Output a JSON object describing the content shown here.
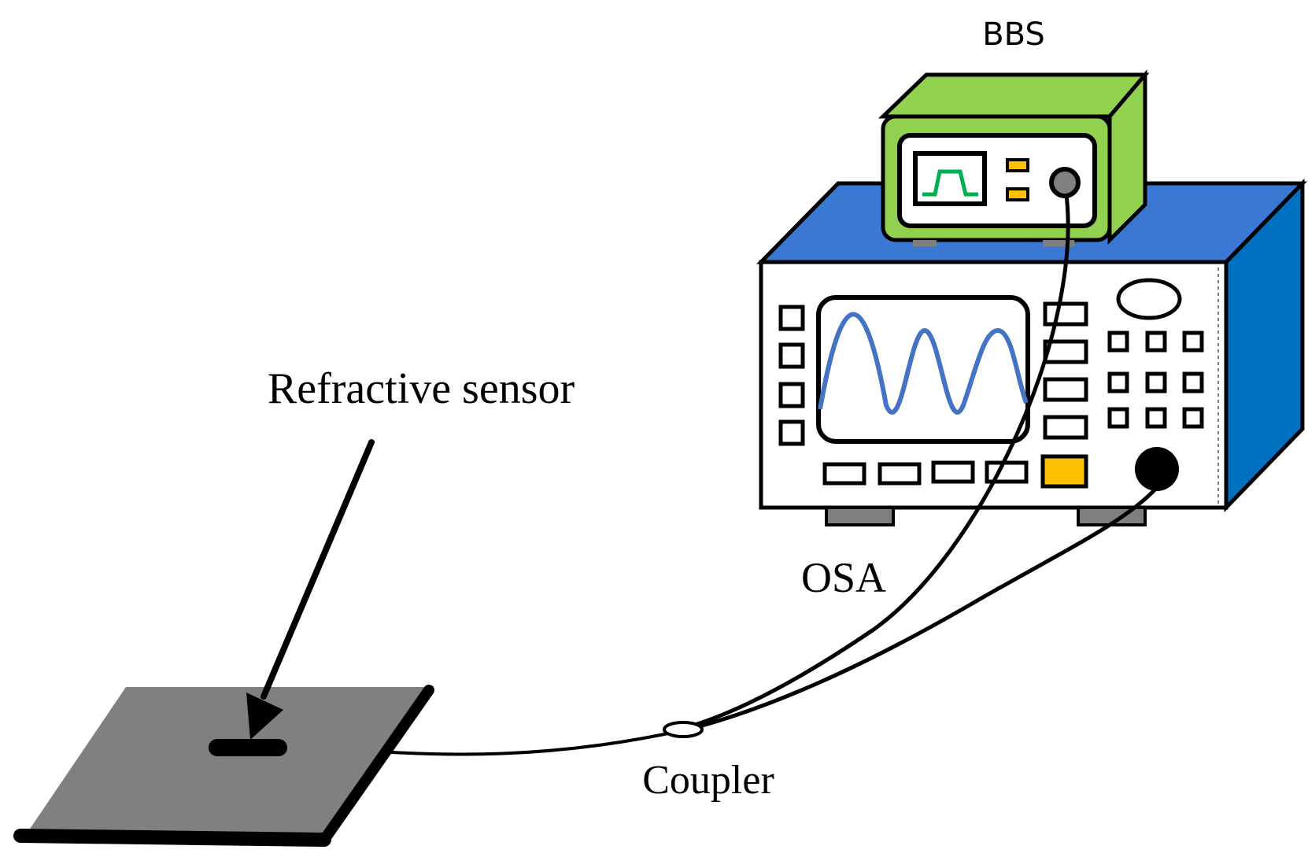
{
  "labels": {
    "bbs": "BBS",
    "osa": "OSA",
    "refractive_sensor": "Refractive sensor",
    "coupler": "Coupler"
  },
  "colors": {
    "bbs_body": "#92D050",
    "bbs_screen_trace": "#00B050",
    "bbs_button": "#FFC000",
    "osa_body": "#3B78D4",
    "osa_side": "#0070C0",
    "osa_trace": "#4472C4",
    "osa_key_accent": "#FFC000",
    "stage_plate": "#808080",
    "connector_gray": "#7F7F7F"
  },
  "components": [
    {
      "name": "broadband-source",
      "label_key": "bbs"
    },
    {
      "name": "optical-spectrum-analyzer",
      "label_key": "osa"
    },
    {
      "name": "refractive-sensor",
      "label_key": "refractive_sensor"
    },
    {
      "name": "fiber-coupler",
      "label_key": "coupler"
    }
  ]
}
